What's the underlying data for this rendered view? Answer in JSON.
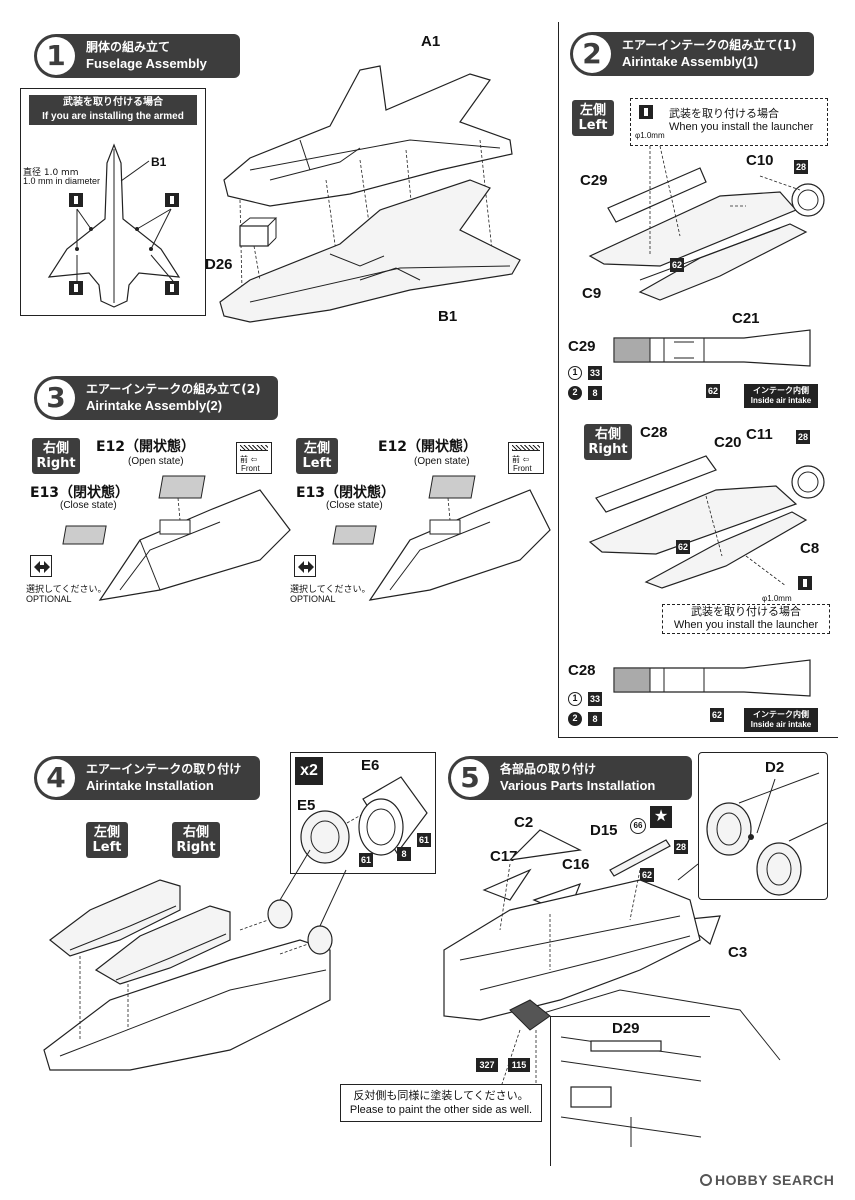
{
  "step1": {
    "num": "1",
    "title_jp": "胴体の組み立て",
    "title_en": "Fuselage Assembly",
    "armed_box_jp": "武装を取り付ける場合",
    "armed_box_en": "If you are installing the armed",
    "drill_jp": "直径 1.0 mm",
    "drill_en": "1.0 mm in diameter",
    "b1": "B1",
    "a1": "A1",
    "d26": "D26",
    "b1_bottom": "B1"
  },
  "step2": {
    "num": "2",
    "title_jp": "エアーインテークの組み立て(1)",
    "title_en": "Airintake Assembly(1)",
    "left_jp": "左側",
    "left_en": "Left",
    "launcher_jp": "武装を取り付ける場合",
    "launcher_en": "When you install the launcher",
    "phi": "φ1.0mm",
    "c10": "C10",
    "c29": "C29",
    "c9": "C9",
    "c21": "C21",
    "code28": "28",
    "code62": "62",
    "c29_detail": "C29",
    "paint1": "33",
    "paint2": "8",
    "inside_jp": "インテーク内側",
    "inside_en": "Inside air intake",
    "right_jp": "右側",
    "right_en": "Right",
    "c28": "C28",
    "c20": "C20",
    "c11": "C11",
    "c8": "C8",
    "phi2": "φ1.0mm",
    "launcher2_jp": "武装を取り付ける場合",
    "launcher2_en": "When you install the launcher",
    "c28_detail": "C28",
    "num1_icon": "1",
    "num2_icon": "2"
  },
  "step3": {
    "num": "3",
    "title_jp": "エアーインテークの組み立て(2)",
    "title_en": "Airintake Assembly(2)",
    "right_jp": "右側",
    "right_en": "Right",
    "left_jp": "左側",
    "left_en": "Left",
    "e12": "E12（開状態）",
    "e12_en": "(Open state)",
    "e13": "E13（閉状態）",
    "e13_en": "(Close state)",
    "optional_jp": "選択してください。",
    "optional_en": "OPTIONAL",
    "front_jp": "前",
    "front_en": "Front"
  },
  "step4": {
    "num": "4",
    "title_jp": "エアーインテークの取り付け",
    "title_en": "Airintake Installation",
    "left_jp": "左側",
    "left_en": "Left",
    "right_jp": "右側",
    "right_en": "Right",
    "x2": "x2",
    "e6": "E6",
    "e5": "E5",
    "code61a": "61",
    "code61b": "61",
    "code8": "8"
  },
  "step5": {
    "num": "5",
    "title_jp": "各部品の取り付け",
    "title_en": "Various Parts Installation",
    "c2": "C2",
    "c17": "C17",
    "c16": "C16",
    "d15": "D15",
    "code66": "66",
    "code28": "28",
    "code62": "62",
    "c3": "C3",
    "d2": "D2",
    "d29": "D29",
    "code327": "327",
    "code115": "115",
    "note_jp": "反対側も同様に塗装してください。",
    "note_en": "Please to paint the other side as well."
  },
  "watermark": "HOBBY SEARCH"
}
